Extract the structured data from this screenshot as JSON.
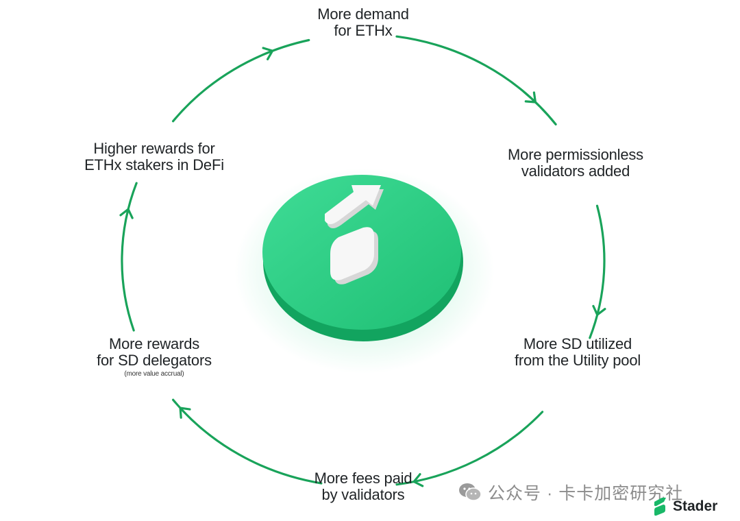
{
  "cycle": {
    "color": "#19a35a",
    "nodes": [
      {
        "id": "demand",
        "lines": [
          "More demand",
          "for ETHx"
        ]
      },
      {
        "id": "validators",
        "lines": [
          "More permissionless",
          "validators added"
        ]
      },
      {
        "id": "utility",
        "lines": [
          "More SD utilized",
          "from the Utility pool"
        ]
      },
      {
        "id": "fees",
        "lines": [
          "More fees paid",
          "by validators"
        ]
      },
      {
        "id": "delegators",
        "lines": [
          "More rewards",
          "for SD delegators"
        ],
        "note": "(more value accrual)"
      },
      {
        "id": "stakers",
        "lines": [
          "Higher rewards for",
          "ETHx stakers in DeFi"
        ]
      }
    ]
  },
  "center_logo": {
    "icon": "stader-s-arrow-icon",
    "color": "#22c77a"
  },
  "watermark": {
    "icon": "wechat-icon",
    "text": "公众号 · 卡卡加密研究社"
  },
  "brand": {
    "icon": "stader-logo-icon",
    "name": "Stader"
  }
}
